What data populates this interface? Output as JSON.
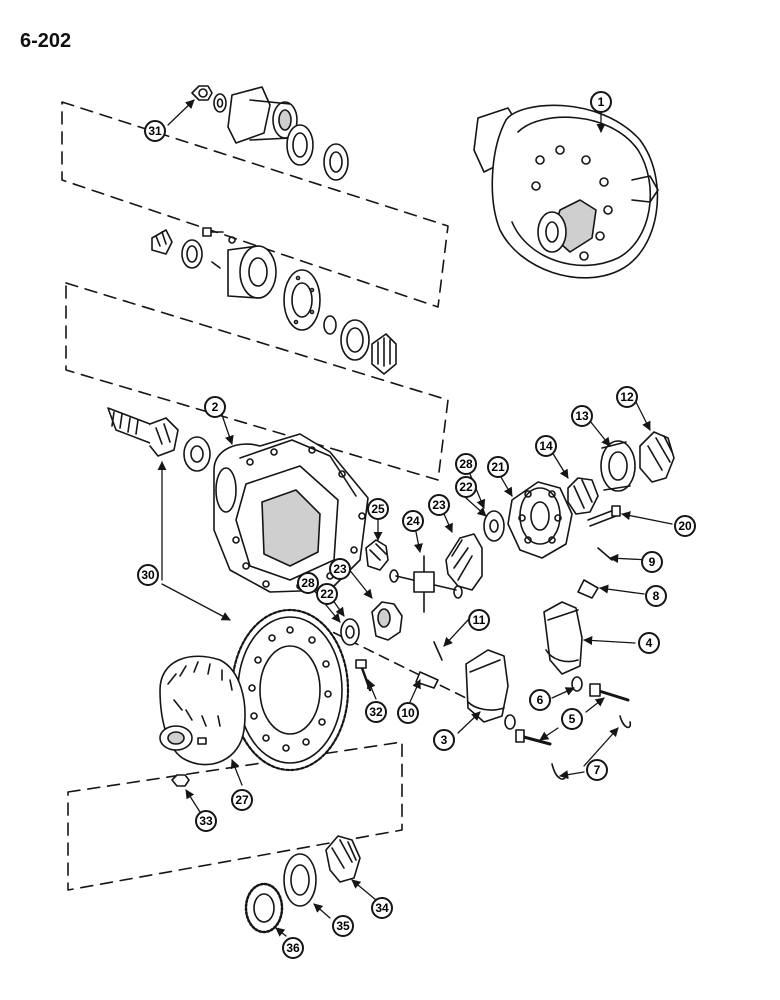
{
  "page_number": "6-202",
  "colors": {
    "ink": "#151515",
    "paper": "#ffffff",
    "shade": "#cfcfcf"
  },
  "callouts": [
    {
      "id": "c1",
      "label": "1"
    },
    {
      "id": "c2",
      "label": "2"
    },
    {
      "id": "c3",
      "label": "3"
    },
    {
      "id": "c4",
      "label": "4"
    },
    {
      "id": "c5",
      "label": "5"
    },
    {
      "id": "c6",
      "label": "6"
    },
    {
      "id": "c7",
      "label": "7"
    },
    {
      "id": "c8",
      "label": "8"
    },
    {
      "id": "c9",
      "label": "9"
    },
    {
      "id": "c10",
      "label": "10"
    },
    {
      "id": "c11",
      "label": "11"
    },
    {
      "id": "c12",
      "label": "12"
    },
    {
      "id": "c13",
      "label": "13"
    },
    {
      "id": "c14",
      "label": "14"
    },
    {
      "id": "c20",
      "label": "20"
    },
    {
      "id": "c21",
      "label": "21"
    },
    {
      "id": "c22a",
      "label": "22"
    },
    {
      "id": "c22b",
      "label": "22"
    },
    {
      "id": "c23a",
      "label": "23"
    },
    {
      "id": "c23b",
      "label": "23"
    },
    {
      "id": "c24",
      "label": "24"
    },
    {
      "id": "c25",
      "label": "25"
    },
    {
      "id": "c27",
      "label": "27"
    },
    {
      "id": "c28a",
      "label": "28"
    },
    {
      "id": "c28b",
      "label": "28"
    },
    {
      "id": "c30",
      "label": "30"
    },
    {
      "id": "c31",
      "label": "31"
    },
    {
      "id": "c32",
      "label": "32"
    },
    {
      "id": "c33",
      "label": "33"
    },
    {
      "id": "c34",
      "label": "34"
    },
    {
      "id": "c35",
      "label": "35"
    },
    {
      "id": "c36",
      "label": "36"
    }
  ]
}
